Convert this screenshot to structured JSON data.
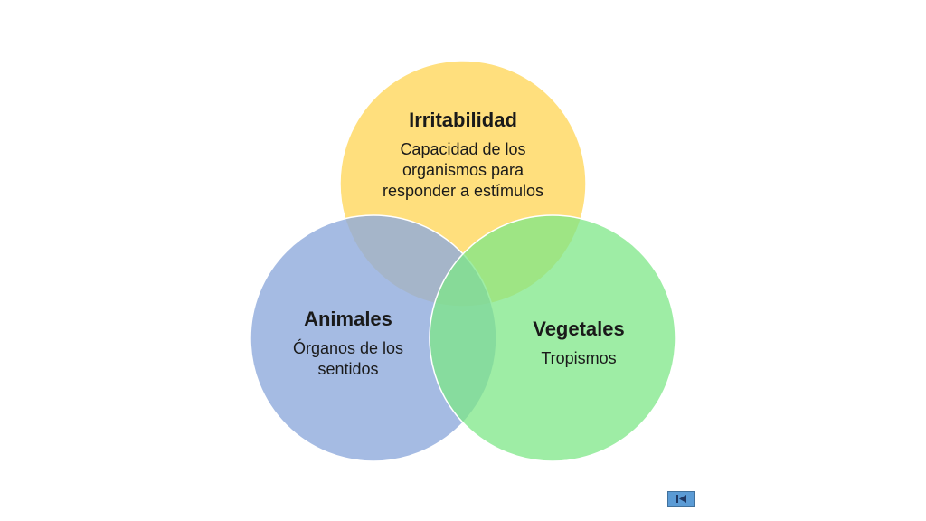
{
  "diagram": {
    "top_circle": {
      "title": "Irritabilidad",
      "description": "Capacidad de los organismos para responder a estímulos",
      "color": "#ffd966"
    },
    "left_circle": {
      "title": "Animales",
      "description": "Órganos de los sentidos",
      "color": "#8faadc"
    },
    "right_circle": {
      "title": "Vegetales",
      "description": "Tropismos",
      "color": "#7ee787"
    }
  },
  "navigation": {
    "first_slide_icon": "skip-to-first-icon",
    "button_color": "#5b9bd5"
  }
}
